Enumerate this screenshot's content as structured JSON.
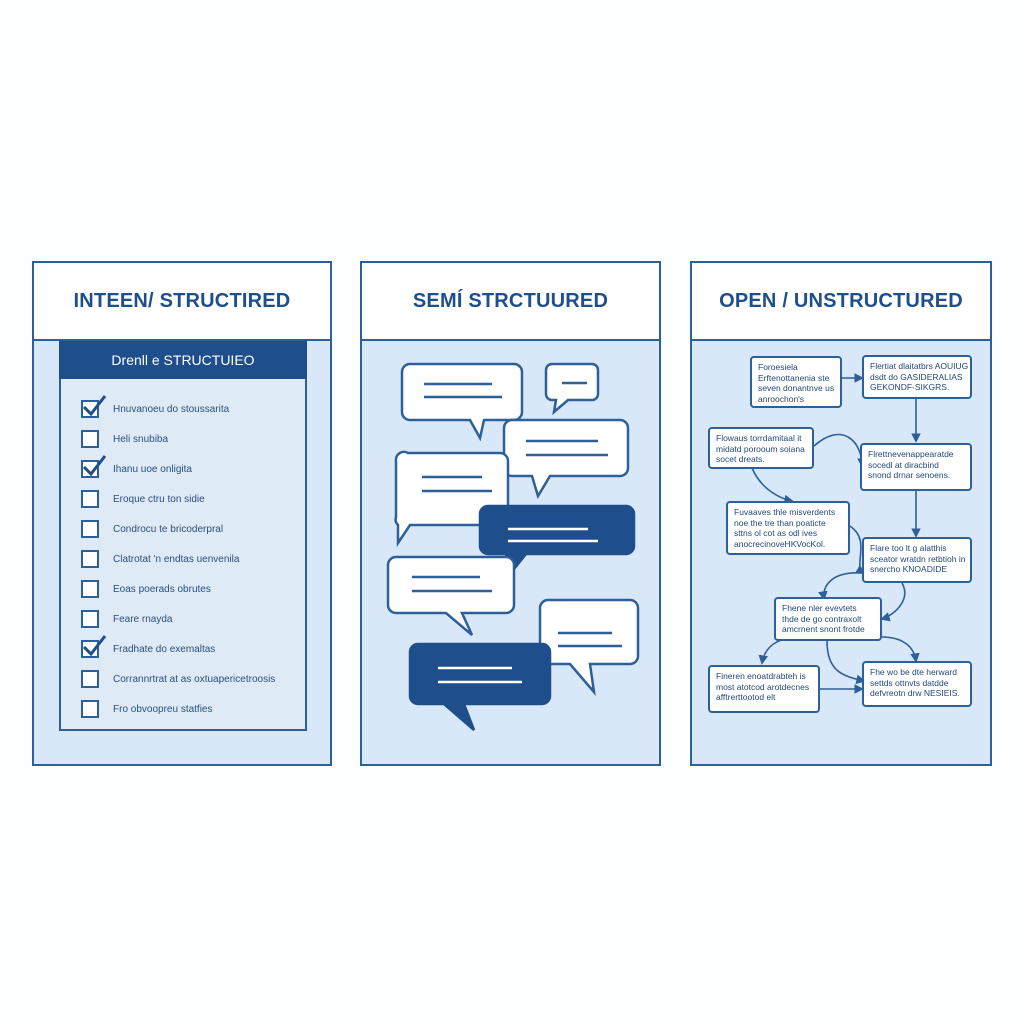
{
  "colors": {
    "accent": "#1f4e8c",
    "panel_fill": "#d9e8f8",
    "stroke": "#2d5f98"
  },
  "panels": [
    {
      "title": "INTEEN/ STRUCTIRED",
      "form": {
        "header": "Drenll e STRUCTUIEO",
        "items": [
          {
            "label": "Hnuvanoeu do stoussarita",
            "checked": true
          },
          {
            "label": "Heli snubiba",
            "checked": false
          },
          {
            "label": "Ihanu uoe onligita",
            "checked": true
          },
          {
            "label": "Eroque ctru ton sidie",
            "checked": false
          },
          {
            "label": "Condrocu te bricoderpral",
            "checked": false
          },
          {
            "label": "Clatrotat 'n endtas uenvenila",
            "checked": false
          },
          {
            "label": "Eoas poerads obrutes",
            "checked": false
          },
          {
            "label": "Feare rnayda",
            "checked": false
          },
          {
            "label": "Fradhate do exemaltas",
            "checked": true
          },
          {
            "label": "Corrannrtrat at as oxtuapericetroosis",
            "checked": false
          },
          {
            "label": "Fro obvoopreu statfies",
            "checked": false
          }
        ]
      }
    },
    {
      "title": "SEMÍ STRCTUURED"
    },
    {
      "title": "OPEN / UNSTRUCTURED",
      "boxes": [
        {
          "id": "b1",
          "lines": [
            "Foroesiela",
            "Erftenottanenia ste",
            "seven donantnve us",
            "anroochon's"
          ]
        },
        {
          "id": "b2",
          "lines": [
            "Flertiat dlaitatbrs AOUIUG",
            "dsdt do GASIDERALIAS",
            "GEKONDF-SIKGRS."
          ]
        },
        {
          "id": "b3",
          "lines": [
            "Flowaus torrdamitaal it",
            "midatd porooum soiana",
            "socet dreats."
          ]
        },
        {
          "id": "b4",
          "lines": [
            "Flrettnevenappearatde",
            "socedl at diracbind",
            "snond drnar senoens."
          ]
        },
        {
          "id": "b5",
          "lines": [
            "Fuvaaves thle misverdents",
            "noe the tre than poaticte",
            "sttns ol cot as odl ives",
            "anocrecinoveHKVocKol."
          ]
        },
        {
          "id": "b6",
          "lines": [
            "Flare too lt g alatthis",
            "sceator wratdn retbtioh in",
            "snercho KNOADIDE"
          ]
        },
        {
          "id": "b7",
          "lines": [
            "Fhene nler evevtets",
            "thde de go contraxolt",
            "amcrnent snont frotde"
          ]
        },
        {
          "id": "b8",
          "lines": [
            "Fineren enoatdrabteh is",
            "most atotcod arotdecnes",
            "afftrerttootod elt"
          ]
        },
        {
          "id": "b9",
          "lines": [
            "Fhe wo be dte herward",
            "settds ottnvts datdde",
            "defvreotn drw NESIEIS."
          ]
        }
      ]
    }
  ]
}
